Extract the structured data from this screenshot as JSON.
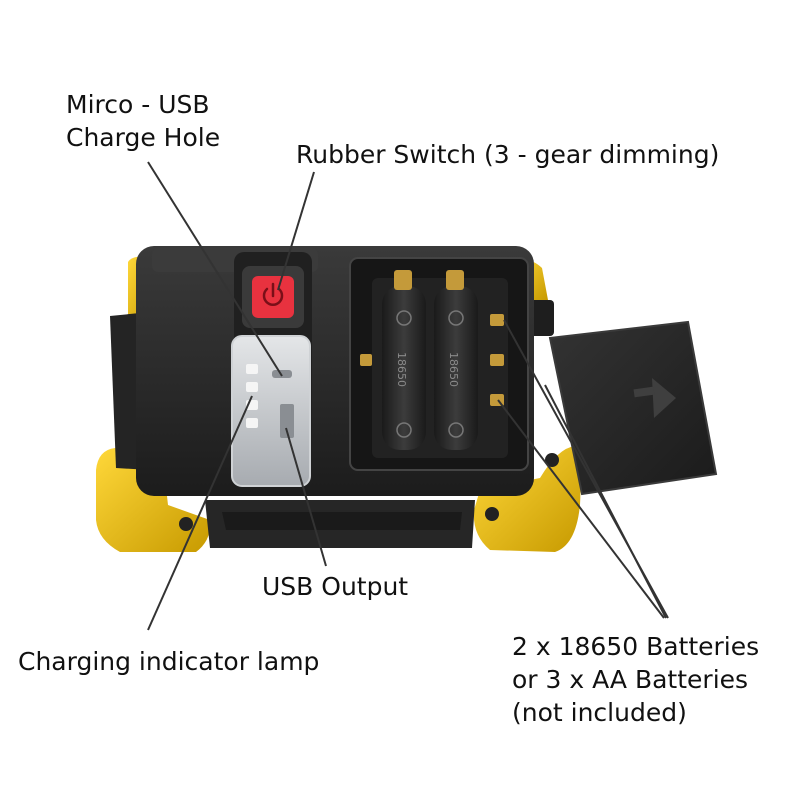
{
  "callouts": {
    "usb_charge_hole": [
      "Mirco - USB",
      "Charge Hole"
    ],
    "rubber_switch": "Rubber Switch (3 - gear dimming)",
    "usb_output": "USB Output",
    "charging_indicator": "Charging indicator lamp",
    "batteries": [
      "2 x 18650 Batteries",
      "or 3 x AA Batteries",
      "(not included)"
    ]
  },
  "cell_markings": [
    "18650",
    "18650"
  ],
  "colors": {
    "housing": "#2a2a2a",
    "bumper": "#f2c200",
    "switch": "#e8323f",
    "leader_line": "#333333"
  }
}
